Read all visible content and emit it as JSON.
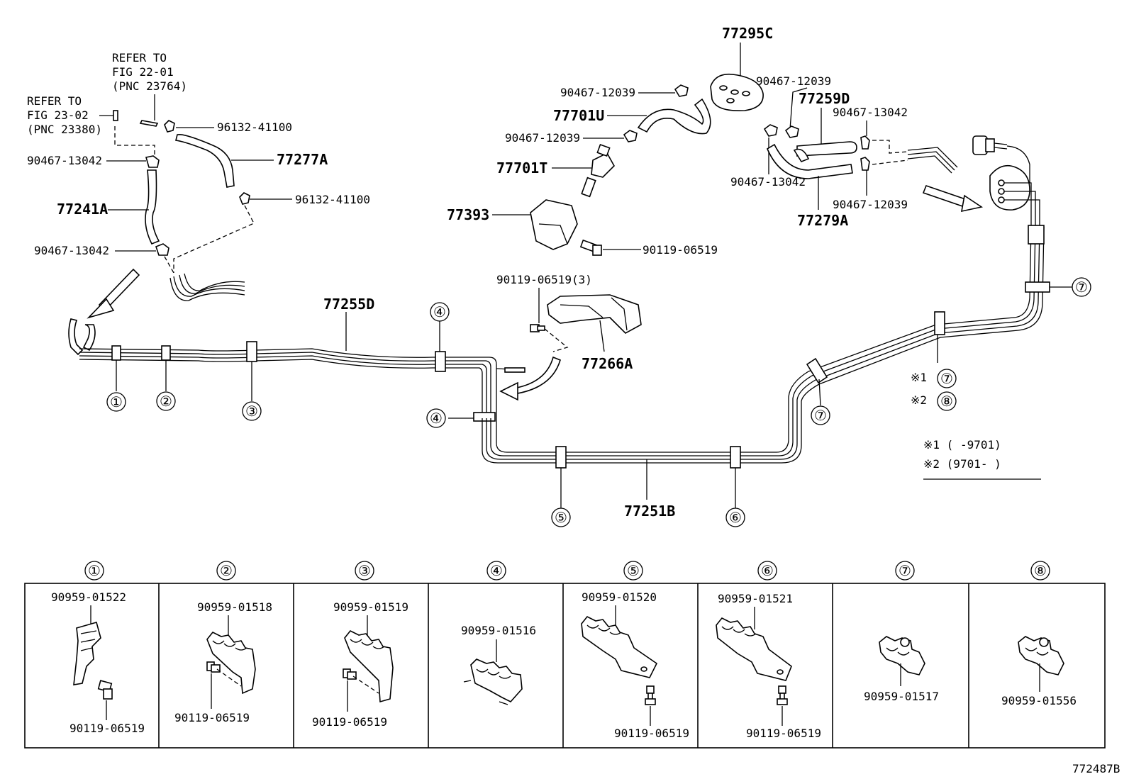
{
  "labels": {
    "refer1": [
      "REFER TO",
      "FIG 22-01",
      "(PNC 23764)"
    ],
    "refer2": [
      "REFER TO",
      "FIG 23-02",
      "(PNC 23380)"
    ],
    "p96132a": "96132-41100",
    "p96132b": "96132-41100",
    "p90467_13042a": "90467-13042",
    "p77277A": "77277A",
    "p77241A": "77241A",
    "p90467_13042b": "90467-13042",
    "p77255D": "77255D",
    "p90467_12039a": "90467-12039",
    "p77701U": "77701U",
    "p90467_12039b": "90467-12039",
    "p77701T": "77701T",
    "p77393": "77393",
    "p90119a": "90119-06519",
    "p90119_3": "90119-06519(3)",
    "p77266A": "77266A",
    "p77295C": "77295C",
    "p90467_12039c": "90467-12039",
    "p77259D": "77259D",
    "p90467_13042c": "90467-13042",
    "p90467_13042d": "90467-13042",
    "p90467_12039d": "90467-12039",
    "p77279A": "77279A",
    "p77251B": "77251B",
    "note1_mark": "※1",
    "note2_mark": "※2",
    "legend1": "※1 (      -9701)",
    "legend2": "※2 (9701-      )",
    "fig_code": "772487B"
  },
  "callouts": [
    "①",
    "②",
    "③",
    "④",
    "⑤",
    "⑥",
    "⑦",
    "⑧"
  ],
  "clamps": [
    {
      "num": "①",
      "clamp": "90959-01522",
      "bolt": "90119-06519"
    },
    {
      "num": "②",
      "clamp": "90959-01518",
      "bolt": "90119-06519"
    },
    {
      "num": "③",
      "clamp": "90959-01519",
      "bolt": "90119-06519"
    },
    {
      "num": "④",
      "clamp": "90959-01516",
      "bolt": ""
    },
    {
      "num": "⑤",
      "clamp": "90959-01520",
      "bolt": "90119-06519"
    },
    {
      "num": "⑥",
      "clamp": "90959-01521",
      "bolt": "90119-06519"
    },
    {
      "num": "⑦",
      "clamp": "90959-01517",
      "bolt": ""
    },
    {
      "num": "⑧",
      "clamp": "90959-01556",
      "bolt": ""
    }
  ]
}
